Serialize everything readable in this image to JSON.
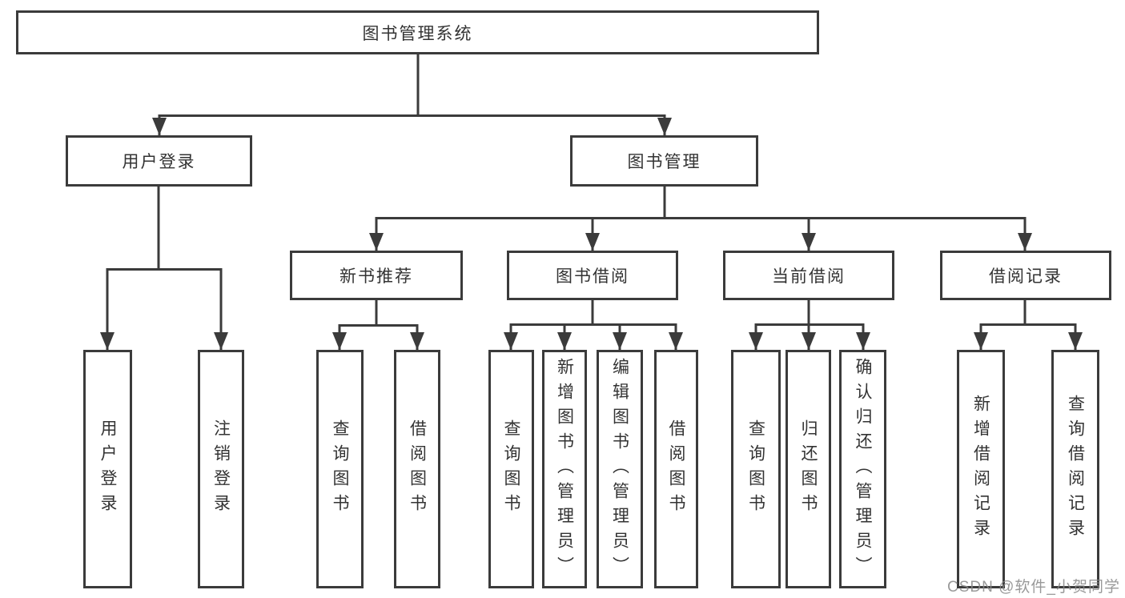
{
  "nodes": {
    "root": "图书管理系统",
    "user_login": "用户登录",
    "book_mgmt": "图书管理",
    "new_book_rec": "新书推荐",
    "book_borrow": "图书借阅",
    "current_borrow": "当前借阅",
    "borrow_records": "借阅记录",
    "user_login_leaf": "用户登录",
    "logout_leaf": "注销登录",
    "nbr_query_book": "查询图书",
    "nbr_borrow_book": "借阅图书",
    "bb_query_book": "查询图书",
    "bb_add_book": "新增图书（管理员）",
    "bb_edit_book": "编辑图书（管理员）",
    "bb_borrow_book": "借阅图书",
    "cb_query_book": "查询图书",
    "cb_return_book": "归还图书",
    "cb_confirm_return": "确认归还（管理员）",
    "br_add_record": "新增借阅记录",
    "br_query_record": "查询借阅记录"
  },
  "edges": [
    {
      "from": "图书管理系统",
      "to": [
        "用户登录",
        "图书管理"
      ]
    },
    {
      "from": "用户登录",
      "to": [
        "用户登录",
        "注销登录"
      ]
    },
    {
      "from": "图书管理",
      "to": [
        "新书推荐",
        "图书借阅",
        "当前借阅",
        "借阅记录"
      ]
    },
    {
      "from": "新书推荐",
      "to": [
        "查询图书",
        "借阅图书"
      ]
    },
    {
      "from": "图书借阅",
      "to": [
        "查询图书",
        "新增图书（管理员）",
        "编辑图书（管理员）",
        "借阅图书"
      ]
    },
    {
      "from": "当前借阅",
      "to": [
        "查询图书",
        "归还图书",
        "确认归还（管理员）"
      ]
    },
    {
      "from": "借阅记录",
      "to": [
        "新增借阅记录",
        "查询借阅记录"
      ]
    }
  ],
  "watermark": {
    "text": "CSDN @软件_小贺同学"
  },
  "colors": {
    "line": "#3b3b3b",
    "text": "#333333",
    "background": "#ffffff",
    "watermark": "#878787"
  }
}
